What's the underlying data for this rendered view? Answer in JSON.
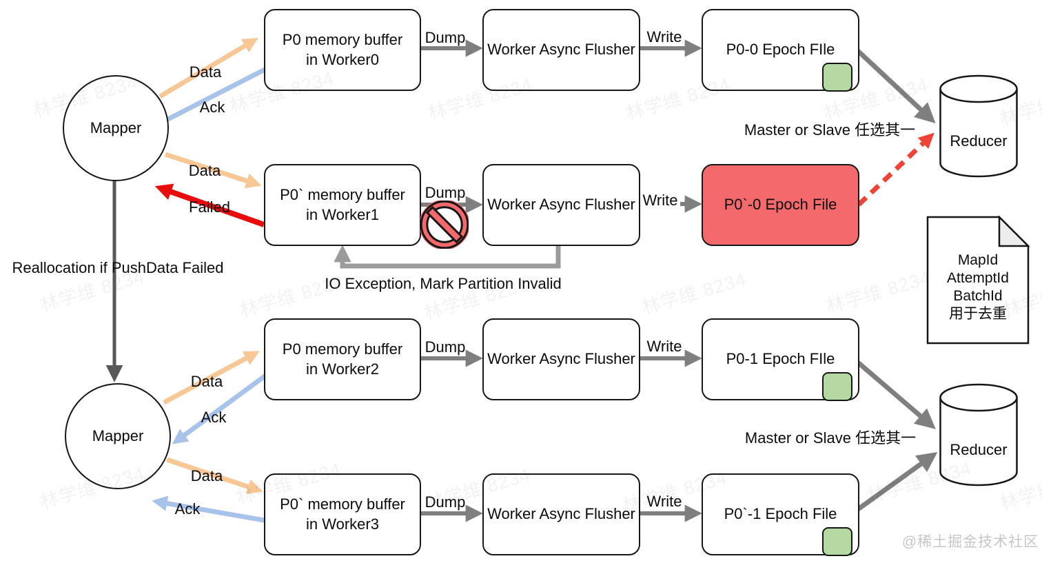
{
  "watermark": {
    "text": "林学维 8234",
    "credit": "@稀土掘金技术社区"
  },
  "colors": {
    "data_arrow": "#f7c795",
    "ack_arrow": "#a8c3ea",
    "failed_arrow": "#e80c0c",
    "flow_arrow": "#7f7f7f",
    "loop_arrow": "#9b9b9b",
    "reallocation_arrow": "#595959",
    "retry_dashed_arrow": "#f04337",
    "failed_box_fill": "#f4696b",
    "epoch_chip": "#b4d9a2"
  },
  "nodes": {
    "mappers": [
      "Mapper",
      "Mapper"
    ],
    "buffers": [
      "P0 memory buffer\nin Worker0",
      "P0` memory buffer\nin Worker1",
      "P0 memory buffer\nin Worker2",
      "P0` memory buffer\nin Worker3"
    ],
    "flushers": [
      "Worker Async Flusher",
      "Worker Async Flusher",
      "Worker Async Flusher",
      "Worker Async Flusher"
    ],
    "epoch_files": [
      "P0-0 Epoch FIle",
      "P0`-0 Epoch File",
      "P0-1 Epoch FIle",
      "P0`-1 Epoch File"
    ],
    "reducers": [
      "Reducer",
      "Reducer"
    ],
    "doc_note": "MapId\nAttemptId\nBatchId\n用于去重"
  },
  "edge_labels": {
    "data": "Data",
    "ack": "Ack",
    "failed": "Failed",
    "dump": "Dump",
    "write": "Write"
  },
  "annotations": {
    "master_or_slave_top": "Master or Slave 任选其一",
    "master_or_slave_bottom": "Master or Slave 任选其一",
    "reallocation": "Reallocation if PushData Failed",
    "io_exception": "IO Exception, Mark Partition Invalid"
  }
}
